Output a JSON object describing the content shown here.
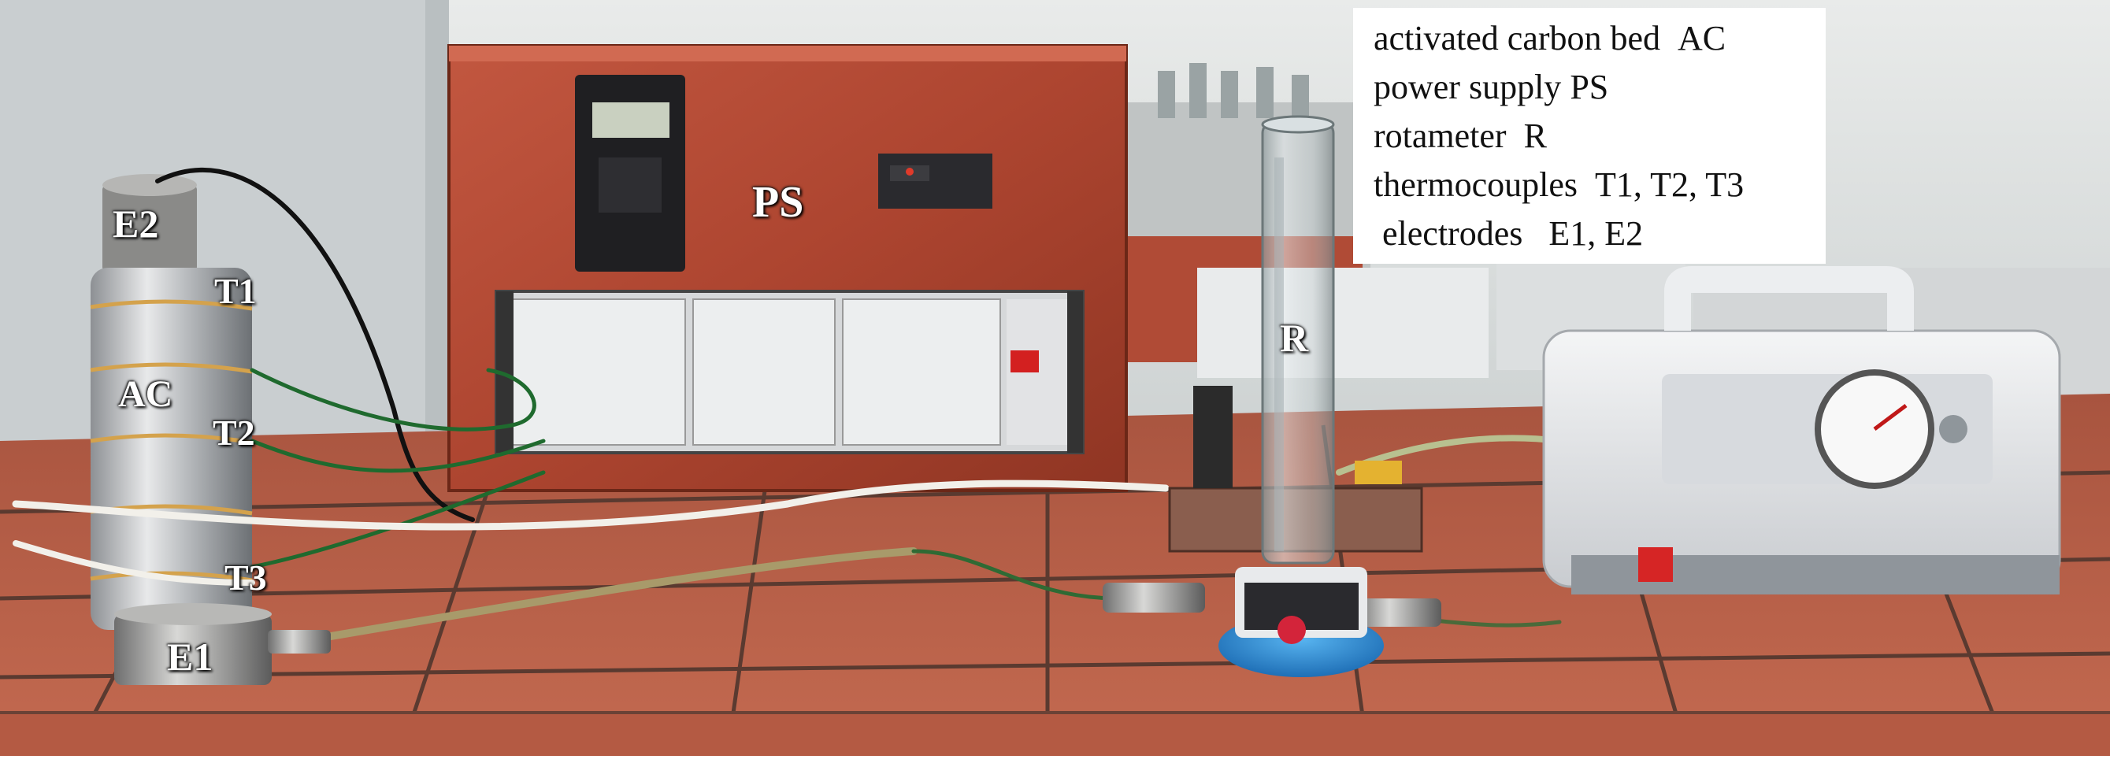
{
  "image_labels": {
    "power_supply": "PS",
    "rotameter": "R",
    "electrode_top": "E2",
    "electrode_bottom": "E1",
    "carbon_bed": "AC",
    "thermocouple_1": "T1",
    "thermocouple_2": "T2",
    "thermocouple_3": "T3"
  },
  "legend": {
    "items": [
      {
        "text": "activated carbon bed",
        "code": "AC"
      },
      {
        "text": "power supply",
        "code": "PS"
      },
      {
        "text": "rotameter",
        "code": "R"
      },
      {
        "text": "thermocouples",
        "code": "T1, T2, T3"
      },
      {
        "text": "electrodes",
        "code": "E1, E2"
      }
    ]
  },
  "colors": {
    "wood_cabinet": "#b14a35",
    "floor_tile": "#b9614a",
    "grout": "#5a3a30",
    "wall": "#dfe2e2",
    "rotameter_base": "#2f8fd6",
    "pump_housing": "#e7e8ea"
  }
}
